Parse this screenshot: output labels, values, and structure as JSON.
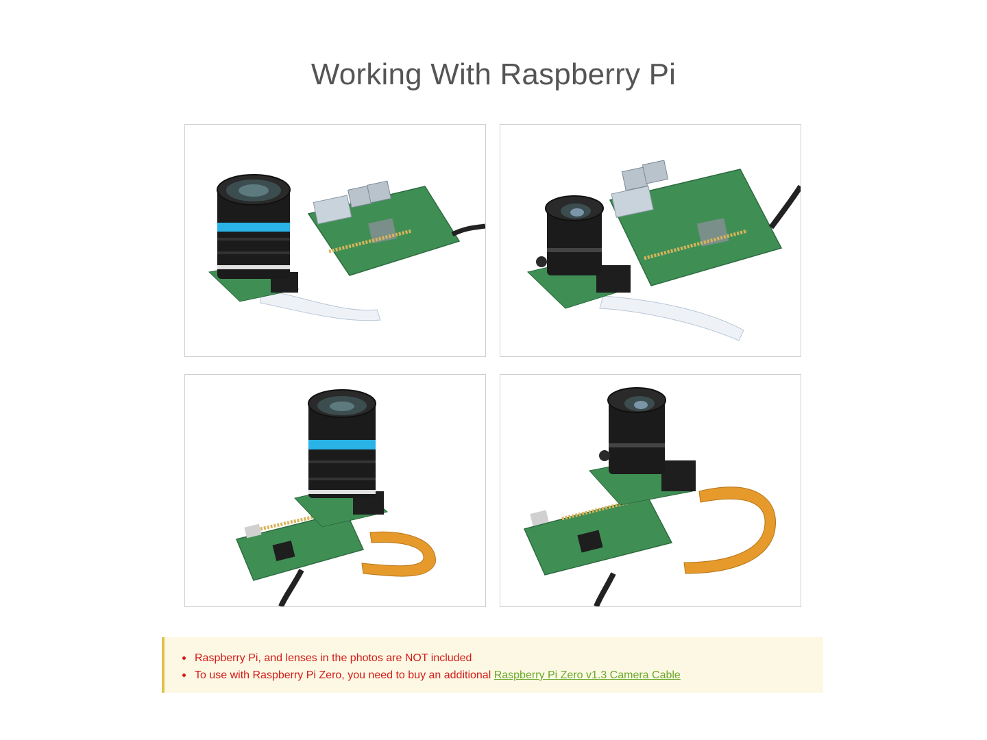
{
  "page": {
    "title": "Working With Raspberry Pi"
  },
  "photos": [
    {
      "description_icon": "camera-lens-with-raspberry-pi-4-image"
    },
    {
      "description_icon": "camera-6mm-lens-with-raspberry-pi-4-image"
    },
    {
      "description_icon": "camera-lens-with-raspberry-pi-zero-image"
    },
    {
      "description_icon": "camera-6mm-lens-with-raspberry-pi-zero-image"
    }
  ],
  "notes": {
    "item1": "Raspberry Pi, and lenses in the photos are NOT included",
    "item2_prefix": "To use with Raspberry Pi Zero, you need to buy an additional ",
    "item2_link": "Raspberry Pi Zero v1.3 Camera Cable"
  },
  "colors": {
    "title": "#555555",
    "note_text": "#d41a1a",
    "note_link": "#6aa82b",
    "note_background": "#fcf8e3",
    "note_border": "#e0c050"
  }
}
